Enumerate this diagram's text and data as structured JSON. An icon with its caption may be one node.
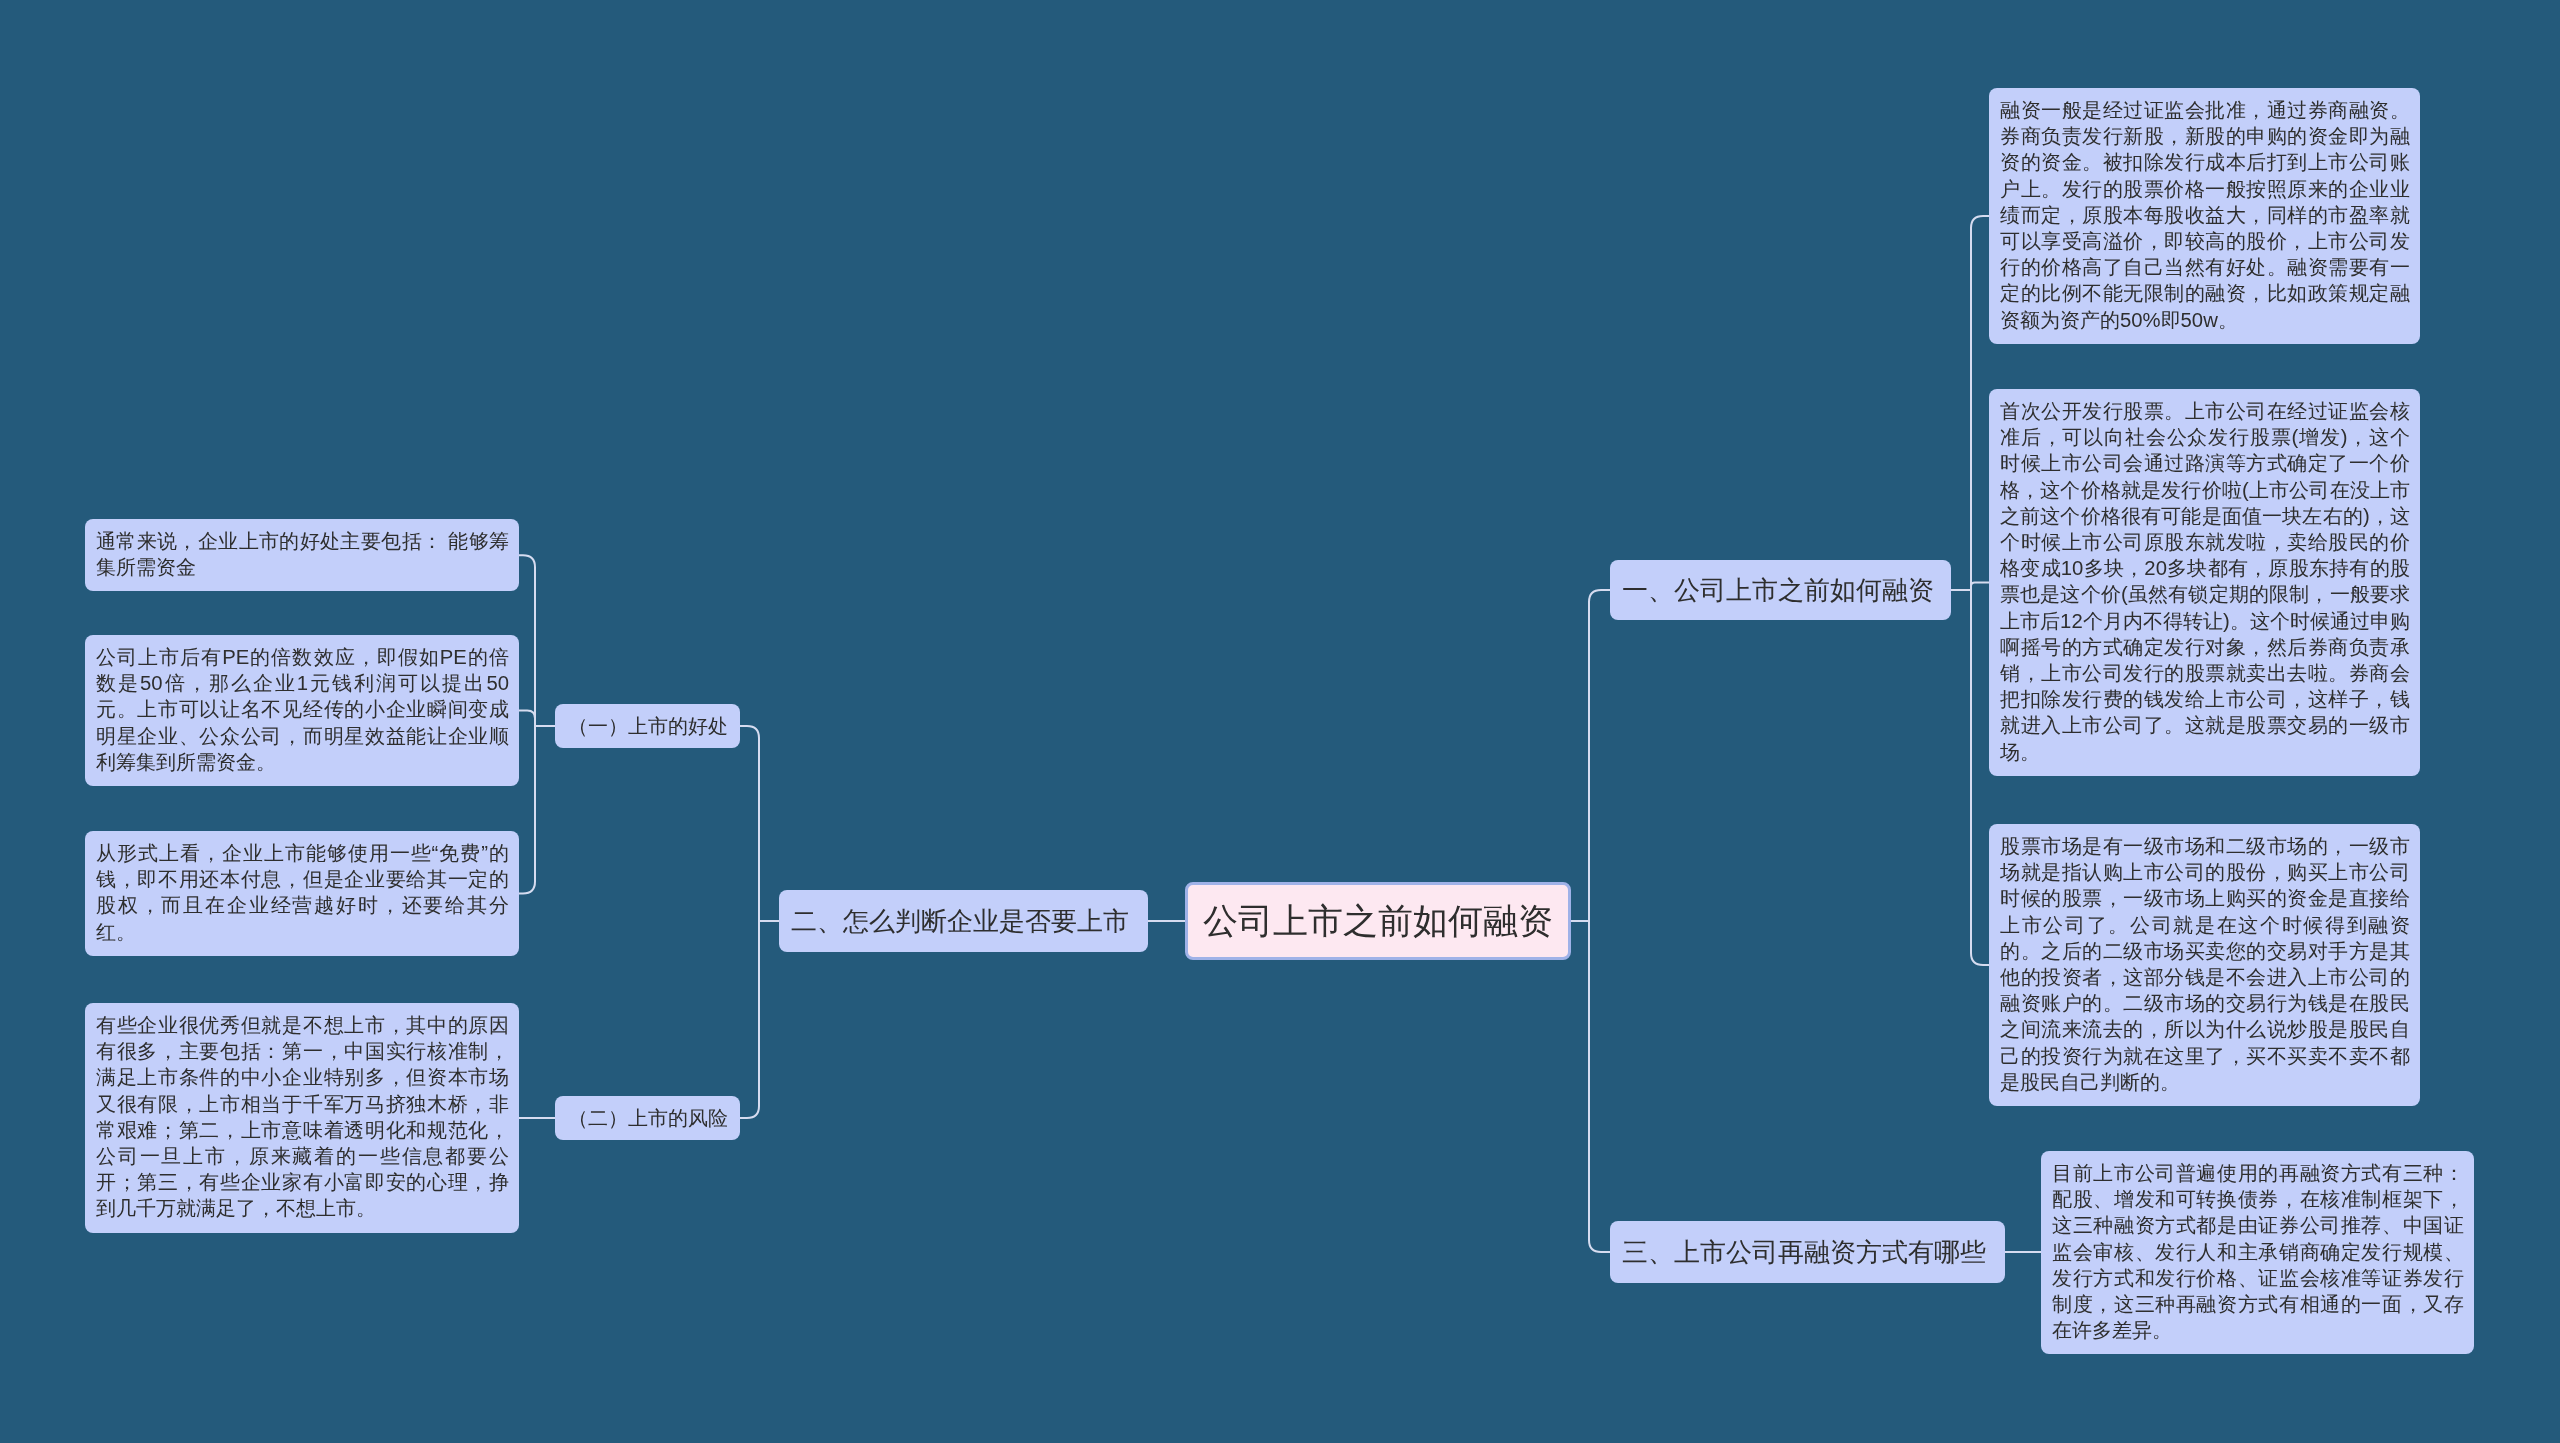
{
  "diagram": {
    "nodes": [
      {
        "text": [
          "公司上市之前如何融资"
        ]
      },
      {
        "text": [
          "一、公司上市之前如何融资"
        ]
      },
      {
        "text": [
          "融资一般是经过证监会批准，通过券商融资。券商负责发行新股，新股的申购的资金即为融资的资金。被扣除发行成本后打到上市公司账户上。发行的股票价格一般按照原来的企业业绩而定，原股本每股收益大，同样的市盈率就可以享受高溢价，即较高的股价，上市公司发行的价格高了自己当然有好处。融资需要有一定的比例不能无限制的融资，比如政策规定融资额为资产的50%即50w。"
        ]
      },
      {
        "text": [
          "首次公开发行股票。上市公司在经过证监会核准后，可以向社会公众发行股票(增发)，这个时候上市公司会通过路演等方式确定了一个价格，这个价格就是发行价啦(上市公司在没上市之前这个价格很有可能是面值一块左右的)，这个时候上市公司原股东就发啦，卖给股民的价格变成10多块，20多块都有，原股东持有的股票也是这个价(虽然有锁定期的限制，一般要求上市后12个月内不得转让)。这个时候通过申购啊摇号的方式确定发行对象，然后券商负责承销，上市公司发行的股票就卖出去啦。券商会把扣除发行费的钱发给上市公司，这样子，钱就进入上市公司了。这就是股票交易的一级市场。"
        ]
      },
      {
        "text": [
          "股票市场是有一级市场和二级市场的，一级市场就是指认购上市公司的股份，购买上市公司时候的股票，一级市场上购买的资金是直接给上市公司了。公司就是在这个时候得到融资的。之后的二级市场买卖您的交易对手方是其他的投资者，这部分钱是不会进入上市公司的融资账户的。二级市场的交易行为钱是在股民之间流来流去的，所以为什么说炒股是股民自己的投资行为就在这里了，买不买卖不卖不都是股民自己判断的。"
        ]
      },
      {
        "text": [
          "三、上市公司再融资方式有哪些"
        ]
      },
      {
        "text": [
          "目前上市公司普遍使用的再融资方式有三种：配股、增发和可转换债券，在核准制框架下，这三种融资方式都是由证券公司推荐、中国证监会审核、发行人和主承销商确定发行规模、发行方式和发行价格、证监会核准等证券发行制度，这三种再融资方式有相通的一面，又存在许多差异。"
        ]
      },
      {
        "text": [
          "二、怎么判断企业是否要上市"
        ]
      },
      {
        "text": [
          "（一）上市的好处"
        ]
      },
      {
        "text": [
          "通常来说，企业上市的好处主要包括： 能够筹集所需资金"
        ]
      },
      {
        "text": [
          "公司上市后有PE的倍数效应，即假如PE的倍数是50倍，那么企业1元钱利润可以提出50元。上市可以让名不见经传的小企业瞬间变成明星企业、公众公司，而明星效益能让企业顺利筹集到所需资金。"
        ]
      },
      {
        "text": [
          "从形式上看，企业上市能够使用一些“免费”的钱，即不用还本付息，但是企业要给其一定的股权，而且在企业经营越好时，还要给其分红。"
        ]
      },
      {
        "text": [
          "（二）上市的风险"
        ]
      },
      {
        "text": [
          "有些企业很优秀但就是不想上市，其中的原因有很多，主要包括：第一，中国实行核准制，满足上市条件的中小企业特别多，但资本市场又很有限，上市相当于千军万马挤独木桥，非常艰难；第二，上市意味着透明化和规范化，公司一旦上市，原来藏着的一些信息都要公开；第三，有些企业家有小富即安的心理，挣到几千万就满足了，不想上市。"
        ]
      }
    ],
    "edges": [
      {
        "from": 0,
        "to": 1,
        "arrow": "none"
      },
      {
        "from": 1,
        "to": 2,
        "arrow": "none"
      },
      {
        "from": 1,
        "to": 3,
        "arrow": "none"
      },
      {
        "from": 1,
        "to": 4,
        "arrow": "none"
      },
      {
        "from": 0,
        "to": 5,
        "arrow": "none"
      },
      {
        "from": 5,
        "to": 6,
        "arrow": "none"
      },
      {
        "from": 0,
        "to": 7,
        "arrow": "none"
      },
      {
        "from": 7,
        "to": 8,
        "arrow": "none"
      },
      {
        "from": 8,
        "to": 9,
        "arrow": "none"
      },
      {
        "from": 8,
        "to": 10,
        "arrow": "none"
      },
      {
        "from": 8,
        "to": 11,
        "arrow": "none"
      },
      {
        "from": 7,
        "to": 12,
        "arrow": "none"
      },
      {
        "from": 12,
        "to": 13,
        "arrow": "none"
      }
    ]
  }
}
